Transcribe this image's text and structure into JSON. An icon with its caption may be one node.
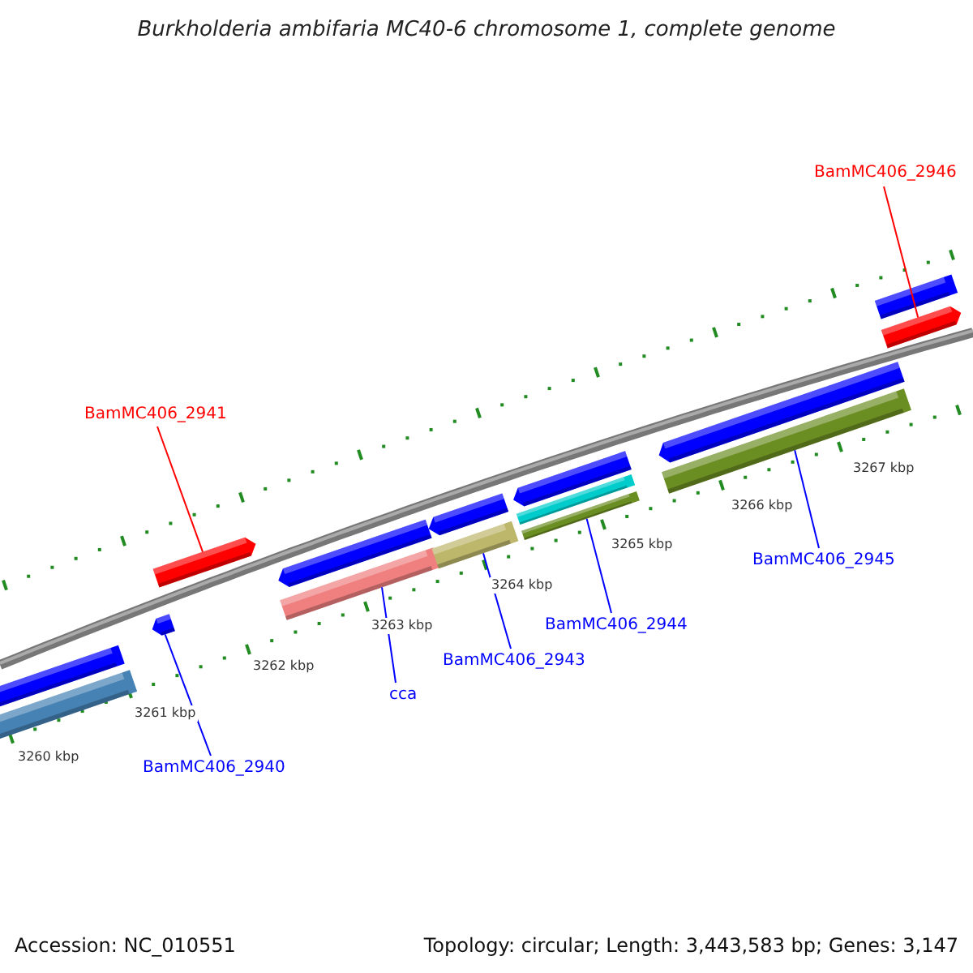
{
  "diagram": {
    "title": "Burkholderia ambifaria MC40-6 chromosome 1, complete genome",
    "nodes": [
      {
        "text": [
          "BamMC406_2946"
        ]
      },
      {
        "text": [
          "BamMC406_2941"
        ]
      },
      {
        "text": [
          "BamMC406_2945"
        ]
      },
      {
        "text": [
          "BamMC406_2944"
        ]
      },
      {
        "text": [
          "BamMC406_2943"
        ]
      },
      {
        "text": [
          "cca"
        ]
      },
      {
        "text": [
          "BamMC406_2940"
        ]
      },
      {
        "text": [],
        "shape": "bar"
      },
      {
        "text": [],
        "shape": "bar"
      },
      {
        "text": [],
        "shape": "bar"
      },
      {
        "text": [],
        "shape": "bar"
      },
      {
        "text": [],
        "shape": "bar"
      },
      {
        "text": [],
        "shape": "bar"
      },
      {
        "text": [],
        "shape": "bar"
      },
      {
        "text": [],
        "shape": "bar"
      },
      {
        "text": [],
        "shape": "bar"
      },
      {
        "text": [],
        "shape": "bar"
      },
      {
        "text": [],
        "shape": "bar"
      },
      {
        "text": [],
        "shape": "bar"
      },
      {
        "text": [],
        "shape": "bar"
      },
      {
        "text": [],
        "shape": "bar"
      },
      {
        "text": [],
        "shape": "bar"
      }
    ],
    "edges": [
      {
        "from": 0,
        "to": 21,
        "arrow": "none",
        "color": "#ff0000"
      },
      {
        "from": 1,
        "to": 10,
        "arrow": "none",
        "color": "#ff0000"
      },
      {
        "from": 2,
        "to": 19,
        "arrow": "none"
      },
      {
        "from": 3,
        "to": 17,
        "arrow": "none"
      },
      {
        "from": 4,
        "to": 14,
        "arrow": "none"
      },
      {
        "from": 5,
        "to": 12,
        "arrow": "none"
      },
      {
        "from": 6,
        "to": 9,
        "arrow": "none"
      }
    ],
    "labels": [
      "3260 kbp",
      "3261 kbp",
      "3262 kbp",
      "3263 kbp",
      "3264 kbp",
      "3265 kbp",
      "3266 kbp",
      "3267 kbp",
      "Accession: NC_010551",
      "Topology: circular; Length: 3,443,583 bp; Genes: 3,147"
    ]
  }
}
